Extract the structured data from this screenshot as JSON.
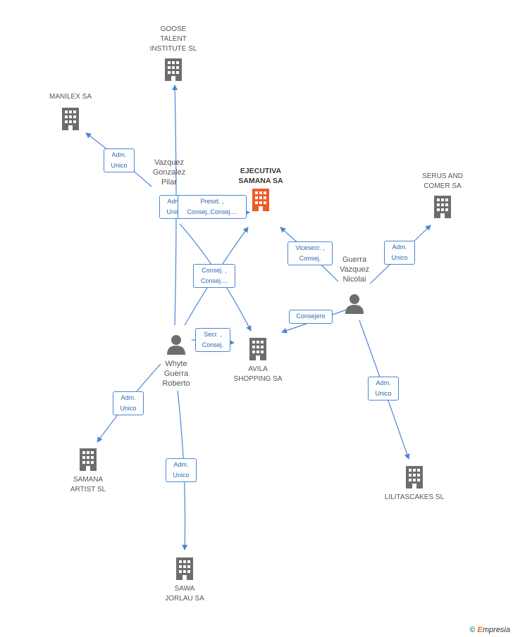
{
  "companies": {
    "main": "EJECUTIVA\nSAMANA SA",
    "goose": "GOOSE\nTALENT\nINSTITUTE  SL",
    "manilex": "MANILEX SA",
    "serus": "SERUS AND\nCOMER SA",
    "avila": "AVILA\nSHOPPING SA",
    "samana_artist": "SAMANA\nARTIST SL",
    "sawa": "SAWA\nJORLAU SA",
    "lilitas": "LILITASCAKES SL"
  },
  "persons": {
    "vazquez": "Vazquez\nGonzalez\nPilar",
    "guerra": "Guerra\nVazquez\nNicolai",
    "whyte": "Whyte\nGuerra\nRoberto"
  },
  "roles": {
    "adm_manilex": "Adm.\nUnico",
    "adm_goose": "Adm.\nUnico",
    "presid": "Presid. ,\nConsej.,Consej....",
    "consej_vaz_avila": "Consej. ,\nConsej....",
    "vicesecr": "Vicesecr. ,\nConsej.",
    "adm_serus": "Adm.\nUnico",
    "consejero": "Consejero",
    "secr": "Secr. ,\nConsej.",
    "adm_samana_artist": "Adm.\nUnico",
    "adm_sawa": "Adm.\nUnico",
    "adm_lilitas": "Adm.\nUnico"
  },
  "footer": {
    "copyright": "©",
    "brand_e": "E",
    "brand_rest": "mpresia"
  },
  "colors": {
    "edge": "#4a86d4",
    "main_building": "#f05a28",
    "building": "#6d6d6d",
    "person": "#6d6d6d"
  }
}
